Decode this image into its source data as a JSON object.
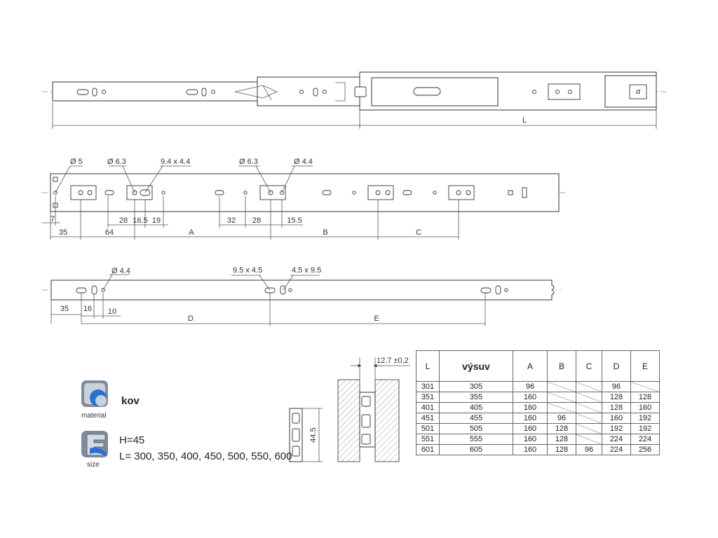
{
  "top_view": {
    "dim_L": "L"
  },
  "middle_view": {
    "callouts": [
      "Ø 5",
      "Ø 6.3",
      "9.4 x 4.4",
      "Ø 6.3",
      "Ø 4.4"
    ],
    "dims": [
      "7",
      "35",
      "64",
      "28",
      "16.5",
      "19",
      "A",
      "32",
      "28",
      "15.5",
      "B",
      "C"
    ]
  },
  "bottom_view": {
    "callouts": [
      "Ø 4.4",
      "9.5 x 4.5",
      "4.5 x 9.5"
    ],
    "dims": [
      "35",
      "16",
      "10",
      "D",
      "E"
    ]
  },
  "section_view": {
    "height_dim": "44.5",
    "gap_dim": "12.7 ±0,2"
  },
  "legend": {
    "material_label": "material",
    "material_value": "kov",
    "size_label": "size",
    "height_text": "H=45",
    "lengths_text": "L= 300, 350, 400, 450, 500, 550, 600"
  },
  "table": {
    "headers": [
      "L",
      "výsuv",
      "A",
      "B",
      "C",
      "D",
      "E"
    ],
    "rows": [
      [
        "301",
        "305",
        "96",
        "",
        "",
        "96",
        ""
      ],
      [
        "351",
        "355",
        "160",
        "",
        "",
        "128",
        "128"
      ],
      [
        "401",
        "405",
        "160",
        "",
        "",
        "128",
        "160"
      ],
      [
        "451",
        "455",
        "160",
        "96",
        "",
        "160",
        "192"
      ],
      [
        "501",
        "505",
        "160",
        "128",
        "",
        "192",
        "192"
      ],
      [
        "551",
        "555",
        "160",
        "128",
        "",
        "224",
        "224"
      ],
      [
        "601",
        "605",
        "160",
        "128",
        "96",
        "224",
        "256"
      ]
    ]
  },
  "colors": {
    "line": "#333333",
    "hatch": "#999999",
    "icon_steel": "#8a97a8",
    "icon_blue": "#2a6fd6"
  }
}
